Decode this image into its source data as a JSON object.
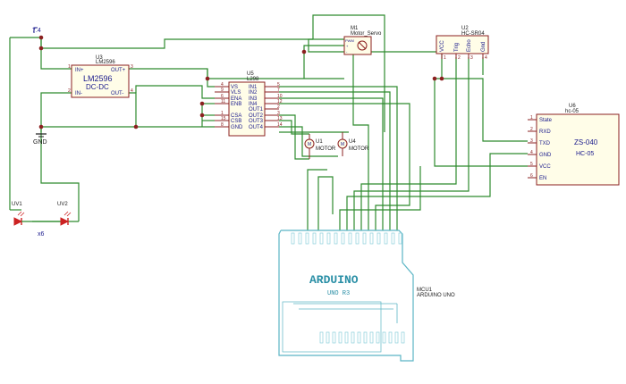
{
  "power": {
    "net_label": "7.4",
    "ground_label": "GND"
  },
  "regulator": {
    "ref": "U3",
    "value": "LM2596",
    "body_line1": "LM2596",
    "body_line2": "DC-DC",
    "pins": [
      {
        "num": "1",
        "name": "IN+"
      },
      {
        "num": "2",
        "name": "IN-"
      },
      {
        "num": "3",
        "name": "OUT+"
      },
      {
        "num": "4",
        "name": "OUT-"
      }
    ]
  },
  "driver": {
    "ref": "U5",
    "value": "L298",
    "left_pins": [
      {
        "num": "4",
        "name": "VS"
      },
      {
        "num": "9",
        "name": "VLS"
      },
      {
        "num": "6",
        "name": "ENA"
      },
      {
        "num": "11",
        "name": "ENB"
      },
      {
        "num": "1",
        "name": "CSA"
      },
      {
        "num": "15",
        "name": "CSB"
      },
      {
        "num": "8",
        "name": "GND"
      }
    ],
    "right_pins": [
      {
        "num": "5",
        "name": "IN1"
      },
      {
        "num": "7",
        "name": "IN2"
      },
      {
        "num": "10",
        "name": "IN3"
      },
      {
        "num": "12",
        "name": "IN4"
      },
      {
        "num": "2",
        "name": "OUT1"
      },
      {
        "num": "3",
        "name": "OUT2"
      },
      {
        "num": "13",
        "name": "OUT3"
      },
      {
        "num": "14",
        "name": "OUT4"
      }
    ]
  },
  "servo": {
    "ref": "M1",
    "value": "Motor_Servo",
    "pin_labels": [
      "PWM",
      "+",
      "-"
    ]
  },
  "ultrasonic": {
    "ref": "U2",
    "value": "HC-SR04",
    "pins": [
      {
        "num": "1",
        "name": "VCC"
      },
      {
        "num": "2",
        "name": "Trig"
      },
      {
        "num": "3",
        "name": "Echo"
      },
      {
        "num": "4",
        "name": "Gnd"
      }
    ]
  },
  "bluetooth": {
    "ref": "U6",
    "value": "hc-05",
    "body_line1": "ZS-040",
    "body_line2": "HC-05",
    "pins": [
      {
        "num": "1",
        "name": "State"
      },
      {
        "num": "2",
        "name": "RXD"
      },
      {
        "num": "3",
        "name": "TXD"
      },
      {
        "num": "4",
        "name": "GND"
      },
      {
        "num": "5",
        "name": "VCC"
      },
      {
        "num": "6",
        "name": "EN"
      }
    ]
  },
  "motors": [
    {
      "ref": "U1",
      "label": "MOTOR"
    },
    {
      "ref": "U4",
      "label": "MOTOR"
    }
  ],
  "leds": [
    {
      "ref": "UV1"
    },
    {
      "ref": "UV2"
    }
  ],
  "led_multiplier": "x6",
  "arduino": {
    "brand": "ARDUINO",
    "model": "UNO R3",
    "ref": "MCU1",
    "value": "ARDUINO UNO"
  },
  "colors": {
    "wire": "#2e8b2e",
    "component": "#8b2020",
    "component_fill": "#fffde8",
    "arduino": "#5bb5c5",
    "label": "#1a1a8c",
    "led": "#cc2222"
  }
}
